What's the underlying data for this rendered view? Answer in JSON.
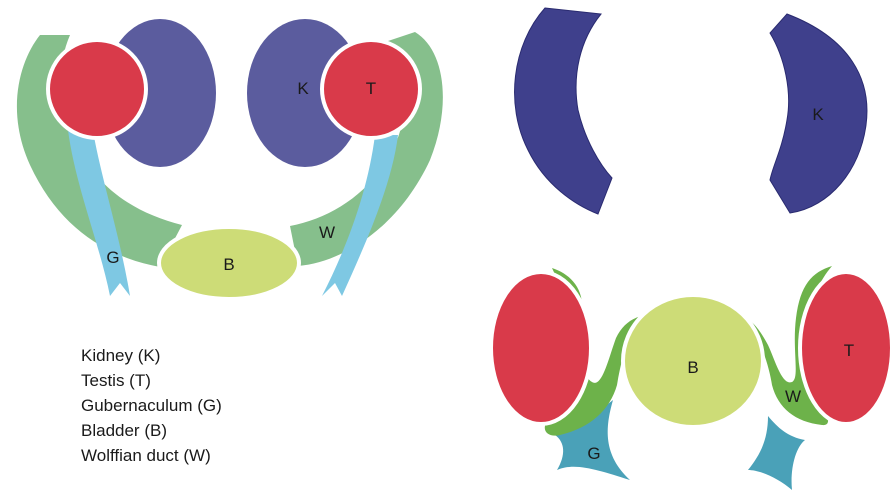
{
  "labels": {
    "kidney": "K",
    "testis": "T",
    "gubernaculum": "G",
    "bladder": "B",
    "wolffian": "W"
  },
  "legend": [
    "Kidney (K)",
    "Testis (T)",
    "Gubernaculum (G)",
    "Bladder (B)",
    "Wolffian duct (W)"
  ],
  "colors": {
    "kidney_light": "#5b5c9e",
    "kidney_dark": "#3f408c",
    "testis": "#d93a4a",
    "gubernaculum_light": "#7ec8e3",
    "gubernaculum_dark": "#4aa1b8",
    "bladder": "#cddc77",
    "wolffian_light": "#86bf8c",
    "wolffian_dark": "#6db24a"
  }
}
